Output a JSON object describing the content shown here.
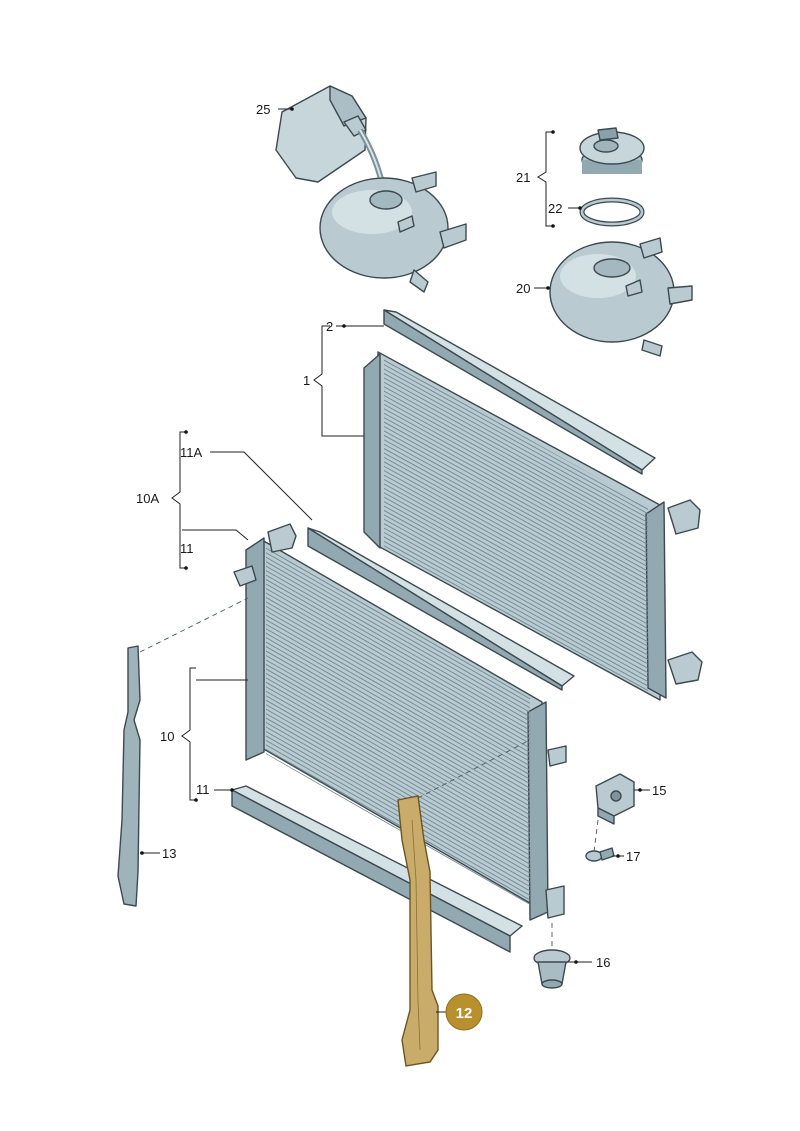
{
  "callouts": {
    "c1": "1",
    "c2": "2",
    "c10": "10",
    "c10A": "10A",
    "c11A": "11A",
    "c11_upper": "11",
    "c11_lower": "11",
    "c12": "12",
    "c13": "13",
    "c15": "15",
    "c16": "16",
    "c17": "17",
    "c20": "20",
    "c21": "21",
    "c22": "22",
    "c25": "25"
  },
  "colors": {
    "highlight_part": "#c9ab6a",
    "highlight_badge": "#b8902e",
    "metal": "#b9cbd1"
  },
  "highlighted_part": "12"
}
